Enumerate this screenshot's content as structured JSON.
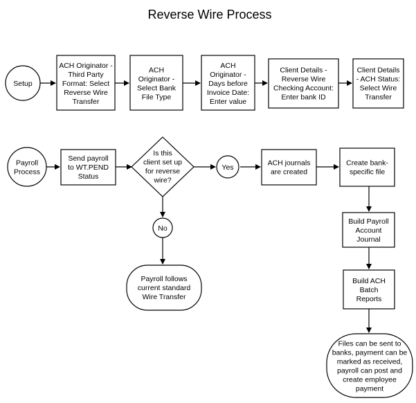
{
  "title": "Reverse Wire Process",
  "nodes": {
    "setup": [
      "Setup"
    ],
    "ach_originator_format": [
      "ACH Originator -",
      "Third Party",
      "Format: Select",
      "Reverse Wire",
      "Transfer"
    ],
    "ach_originator_bank": [
      "ACH",
      "Originator -",
      "Select Bank",
      "File Type"
    ],
    "ach_originator_days": [
      "ACH",
      "Originator -",
      "Days before",
      "Invoice Date:",
      "Enter value"
    ],
    "client_details_checking": [
      "Client Details -",
      "Reverse Wire",
      "Checking Account:",
      "Enter bank ID"
    ],
    "client_details_status": [
      "Client Details",
      "- ACH Status:",
      "Select Wire",
      "Transfer"
    ],
    "payroll_process": [
      "Payroll",
      "Process"
    ],
    "send_payroll": [
      "Send payroll",
      "to WT.PEND",
      "Status"
    ],
    "decision_reverse_wire": [
      "Is this",
      "client set up",
      "for reverse",
      "wire?"
    ],
    "yes": [
      "Yes"
    ],
    "no": [
      "No"
    ],
    "ach_journals": [
      "ACH journals",
      "are created"
    ],
    "create_bank_file": [
      "Create bank-",
      "specific file"
    ],
    "build_payroll_journal": [
      "Build Payroll",
      "Account",
      "Journal"
    ],
    "build_ach_batch": [
      "Build ACH",
      "Batch",
      "Reports"
    ],
    "payroll_follows_standard": [
      "Payroll follows",
      "current standard",
      "Wire Transfer"
    ],
    "files_sent": [
      "Files can be sent to",
      "banks, payment can be",
      "marked as received,",
      "payroll can post and",
      "create employee",
      "payment"
    ]
  }
}
